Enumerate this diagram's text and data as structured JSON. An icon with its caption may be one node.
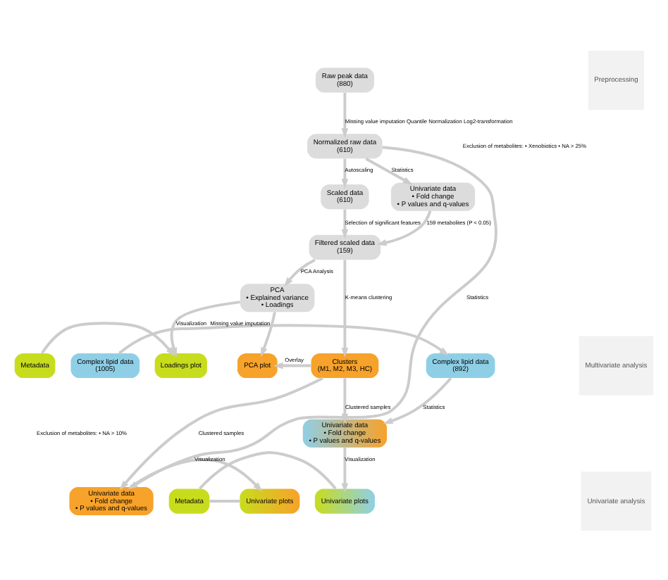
{
  "diagram": {
    "nodes": [
      {
        "text": [
          "Raw peak data",
          "(880)"
        ]
      },
      {
        "text": [
          "Normalized raw data",
          "(610)"
        ]
      },
      {
        "text": [
          "Univariate data",
          "• Fold change",
          "• P values and q-values"
        ]
      },
      {
        "text": [
          "Scaled data",
          "(610)"
        ]
      },
      {
        "text": [
          "Filtered scaled data",
          "(159)"
        ]
      },
      {
        "text": [
          "PCA",
          "• Explained variance",
          "• Loadings"
        ]
      },
      {
        "text": [
          "Metadata"
        ]
      },
      {
        "text": [
          "Loadings plot"
        ]
      },
      {
        "text": [
          "PCA plot"
        ]
      },
      {
        "text": [
          "Clusters",
          "(M1, M2, M3, HC)"
        ]
      },
      {
        "text": [
          "Complex lipid data",
          "(1005)"
        ]
      },
      {
        "text": [
          "Complex lipid data",
          "(892)"
        ]
      },
      {
        "text": [
          "Univariate data",
          "• Fold change",
          "• P values and q-values"
        ]
      },
      {
        "text": [
          "Univariate data",
          "• Fold change",
          "• P values and q-values"
        ]
      },
      {
        "text": [
          "Univariate plots"
        ]
      },
      {
        "text": [
          "Metadata"
        ]
      },
      {
        "text": [
          "Univariate plots"
        ]
      },
      {
        "text": [
          "Preprocessing"
        ]
      },
      {
        "text": [
          "Multivariate analysis"
        ]
      },
      {
        "text": [
          "Univariate analysis"
        ]
      }
    ],
    "edges": [
      {
        "from": 0,
        "to": 1,
        "arrow": "to",
        "label": "Missing value imputation Quantile Normalization Log2-transformation"
      },
      {
        "from": 1,
        "to": 2,
        "arrow": "to",
        "label": "Statistics"
      },
      {
        "from": 1,
        "to": 3,
        "arrow": "to",
        "label": "Autoscaling"
      },
      {
        "from": 2,
        "to": 4,
        "arrow": "to",
        "label": "159 metabolites (P < 0.05)"
      },
      {
        "from": 3,
        "to": 4,
        "arrow": "to",
        "label": "Selection of significant features"
      },
      {
        "from": 4,
        "to": 5,
        "arrow": "to",
        "label": "PCA Analysis"
      },
      {
        "from": 4,
        "to": 9,
        "arrow": "to",
        "label": "K-means clustering"
      },
      {
        "from": 5,
        "to": 7,
        "arrow": "to",
        "label": "Visualization"
      },
      {
        "from": 5,
        "to": 8,
        "arrow": "to"
      },
      {
        "from": 6,
        "to": 7,
        "arrow": "to"
      },
      {
        "from": 9,
        "to": 8,
        "arrow": "to",
        "label": "Overlay"
      },
      {
        "from": 1,
        "to": 12,
        "arrow": "to",
        "label": "Statistics"
      },
      {
        "from": 9,
        "to": 12,
        "arrow": "to",
        "label": "Clustered samples"
      },
      {
        "from": 9,
        "to": 13,
        "arrow": "to",
        "label": "Clustered samples"
      },
      {
        "from": 11,
        "to": 13,
        "arrow": "to",
        "label": "Statistics"
      },
      {
        "from": 10,
        "to": 11,
        "arrow": "to",
        "label": "Missing value imputation"
      },
      {
        "from": 13,
        "to": 14,
        "arrow": "to",
        "label": "Visualization"
      },
      {
        "from": 12,
        "to": 16,
        "arrow": "to",
        "label": "Visualization"
      },
      {
        "from": 15,
        "to": 14,
        "arrow": "none"
      },
      {
        "from": 15,
        "to": 16,
        "arrow": "none"
      }
    ],
    "labels": [
      "Exclusion of metabolites: • Xenobiotics • NA > 25%",
      "Exclusion of metabolites: • NA > 10%"
    ]
  }
}
